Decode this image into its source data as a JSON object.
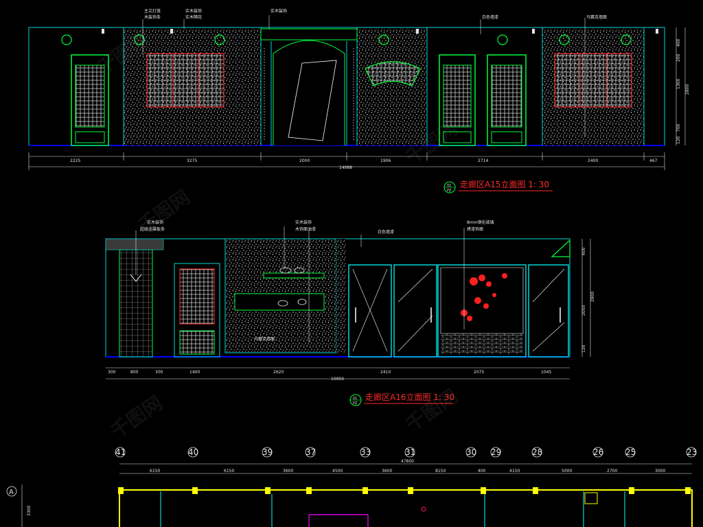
{
  "elevation_a15": {
    "title": "走廊区A15立面图 1: 30",
    "badge_top": "01",
    "badge_bottom": "PZ",
    "labels": {
      "l1a": "主立灯笼",
      "l1b": "木装饰条",
      "l2a": "实木装饰",
      "l2b": "实木隔花",
      "l3": "实木装饰",
      "l4": "白色墙漆",
      "l5": "马赛克墙面"
    },
    "dims": [
      "2225",
      "3275",
      "2000",
      "1906",
      "2714",
      "2400",
      "467"
    ],
    "total": "14988",
    "vdims": [
      "400",
      "200",
      "1300",
      "700",
      "120",
      "2800"
    ]
  },
  "elevation_a16": {
    "title": "走廊区A16立面图 1: 30",
    "badge_top": "01",
    "badge_bottom": "PZ",
    "labels": {
      "m1a": "实木装饰",
      "m1b": "超级金属板条",
      "m2a": "实木装饰",
      "m2b": "木饰面油漆",
      "m3": "白色墙漆",
      "m4a": "8mm钢化玻璃",
      "m4b": "烤漆饰面",
      "m5": "马赛克墙面"
    },
    "dims": [
      "300",
      "800",
      "300",
      "1400",
      "2620",
      "2410",
      "2075",
      "1045"
    ],
    "total": "10950",
    "vdims": [
      "600",
      "2050",
      "2800",
      "120"
    ]
  },
  "floor_plan": {
    "axis_labels": [
      "41",
      "40",
      "39",
      "37",
      "33",
      "31",
      "30",
      "29",
      "28",
      "26",
      "25",
      "23"
    ],
    "dims": [
      "6150",
      "6150",
      "3600",
      "4500",
      "3600",
      "8150",
      "400",
      "4150",
      "5000",
      "2700",
      "3000"
    ],
    "total": "47800",
    "row_label": "A",
    "row_dim": "3300"
  },
  "watermark": "千图网",
  "colors": {
    "wall_outline": "#00d8d8",
    "floor_line": "#0000ff",
    "panel_green": "#00ff3c",
    "title_red": "#ff2a2a",
    "column_yellow": "#ffff00",
    "magenta": "#ff00ff",
    "dimension": "#e6e6e6"
  }
}
